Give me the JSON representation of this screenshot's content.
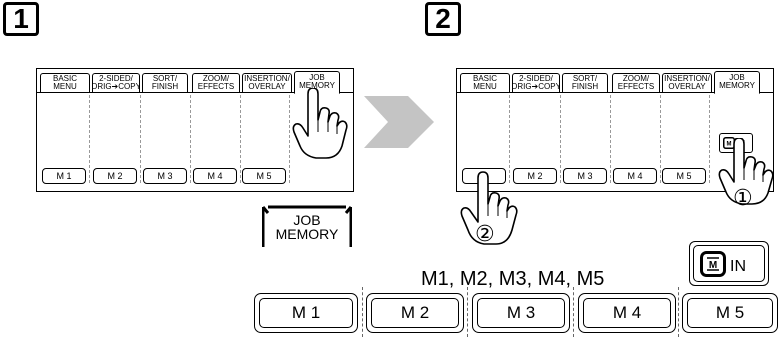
{
  "steps": {
    "step1": "1",
    "step2": "2"
  },
  "tabs": [
    {
      "label": "BASIC MENU"
    },
    {
      "label": "2-SIDED/\nORIG➔COPY"
    },
    {
      "label": "SORT/\nFINISH"
    },
    {
      "label": "ZOOM/\nEFFECTS"
    },
    {
      "label": "INSERTION/\nOVERLAY"
    },
    {
      "label": "JOB\nMEMORY"
    }
  ],
  "memory_buttons": [
    "M 1",
    "M 2",
    "M 3",
    "M 4",
    "M 5"
  ],
  "job_memory_key": {
    "line1": "JOB",
    "line2": "MEMORY"
  },
  "in_key": {
    "label": "IN"
  },
  "circled": {
    "one": "①",
    "two": "②"
  },
  "caption": "M1, M2, M3, M4, M5",
  "colors": {
    "arrow": "#c4c4c4",
    "divider": "#999999"
  }
}
